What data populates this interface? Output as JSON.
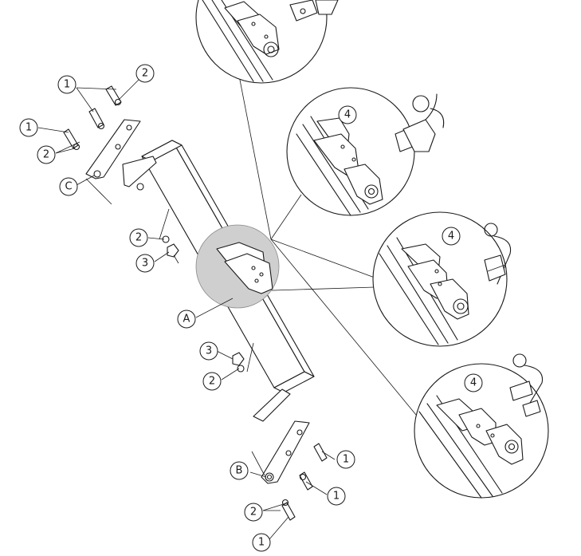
{
  "diagram": {
    "labels": {
      "part_1": "1",
      "part_2": "2",
      "part_3": "3",
      "part_4": "4",
      "part_A": "A",
      "part_B": "B",
      "part_C": "C"
    },
    "colors": {
      "line": "#1a1a1a",
      "highlight": "#cfcfcf",
      "background": "#ffffff"
    },
    "views": [
      {
        "id": "detail-fixed-ball"
      },
      {
        "id": "detail-flange-ball"
      },
      {
        "id": "detail-swan-neck"
      },
      {
        "id": "detail-detachable"
      }
    ]
  }
}
